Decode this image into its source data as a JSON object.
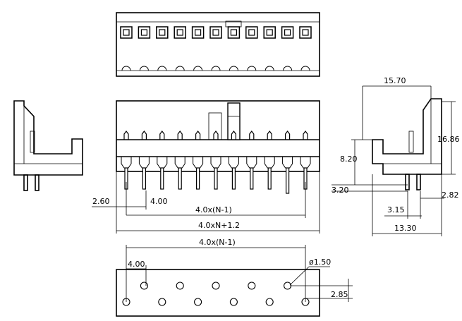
{
  "drawing": {
    "dims": {
      "width_top": "15.70",
      "height_side": "16.86",
      "offset_820": "8.20",
      "offset_320": "3.20",
      "pin_282": "2.82",
      "pin_315": "3.15",
      "base_1330": "13.30",
      "pitch_400": "4.00",
      "left_260": "2.60",
      "span_front": "4.0x(N-1)",
      "total_front": "4.0xN+1.2",
      "span_bottom": "4.0x(N-1)",
      "pitch_bottom": "4.00",
      "hole_dia": "ø1.50",
      "row_offset": "2.85"
    }
  }
}
